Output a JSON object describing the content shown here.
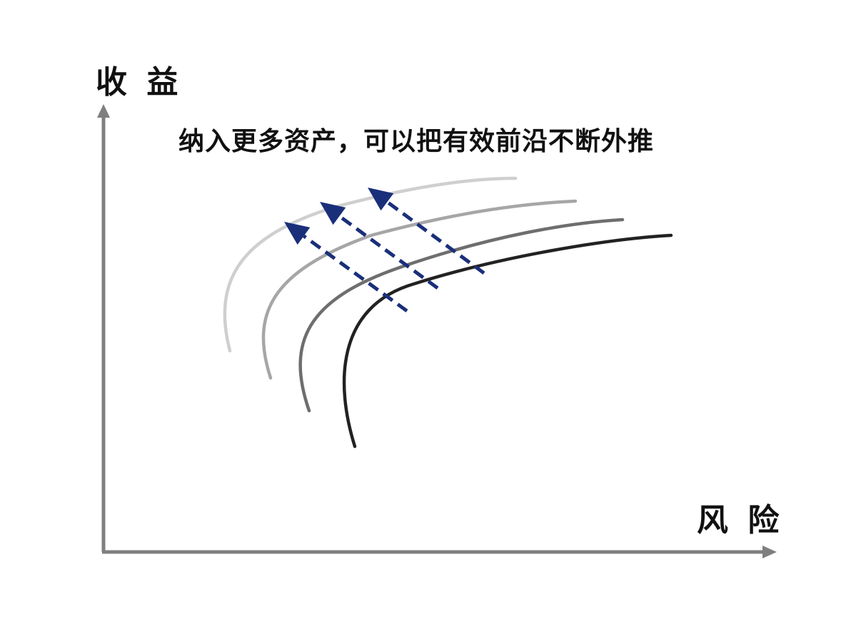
{
  "diagram": {
    "headline": "纳入更多资产，可以把有效前沿不断外推",
    "y_axis_label": "收 益",
    "x_axis_label": "风 险",
    "colors": {
      "axis": "#7f7f7f",
      "arrow": "#1a2f7a",
      "frontiers": [
        "#222222",
        "#6e6e6e",
        "#a6a6a6",
        "#cfcfcf"
      ]
    },
    "frontiers": [
      {
        "id": "frontier-1",
        "shade": "darkest"
      },
      {
        "id": "frontier-2",
        "shade": "dark-gray"
      },
      {
        "id": "frontier-3",
        "shade": "medium-gray"
      },
      {
        "id": "frontier-4",
        "shade": "light-gray"
      }
    ],
    "arrows": [
      {
        "id": "shift-arrow-1",
        "style": "dashed"
      },
      {
        "id": "shift-arrow-2",
        "style": "dashed"
      },
      {
        "id": "shift-arrow-3",
        "style": "dashed"
      }
    ]
  }
}
